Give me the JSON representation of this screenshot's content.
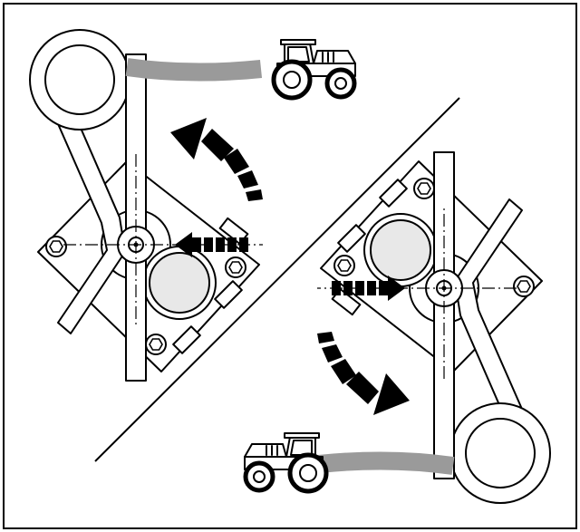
{
  "diagram": {
    "labels": [],
    "colors": {
      "line": "#000000",
      "hose": "#9a9a9a",
      "cylinder_fill": "#e8e8e8",
      "background": "#ffffff"
    },
    "icons": [
      "tractor-icon",
      "rotation-arrow-icon",
      "push-arrow-icon",
      "hex-bolt-icon"
    ],
    "panels": [
      {
        "name": "upper-left",
        "tractor_facing": "right",
        "rotation": "counter-clockwise",
        "push_direction": "left"
      },
      {
        "name": "lower-right",
        "tractor_facing": "left",
        "rotation": "clockwise",
        "push_direction": "right"
      }
    ]
  }
}
